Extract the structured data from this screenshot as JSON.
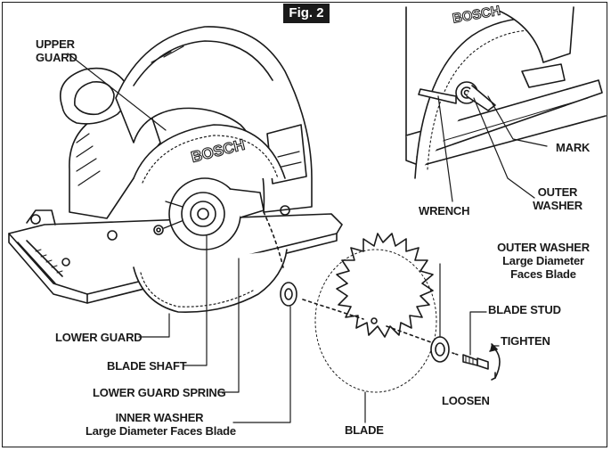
{
  "figure": {
    "label": "Fig. 2"
  },
  "brand_text": "BOSCH",
  "labels": {
    "upper_guard": [
      "UPPER",
      "GUARD"
    ],
    "lower_guard": "LOWER GUARD",
    "blade_shaft": "BLADE SHAFT",
    "lower_guard_spring": "LOWER GUARD SPRING",
    "inner_washer": [
      "INNER WASHER",
      "Large Diameter Faces Blade"
    ],
    "blade": "BLADE",
    "outer_washer": [
      "OUTER WASHER",
      "Large Diameter",
      "Faces Blade"
    ],
    "blade_stud": "BLADE STUD",
    "tighten": "TIGHTEN",
    "loosen": "LOOSEN",
    "wrench": "WRENCH",
    "mark": "MARK",
    "outer_washer_inset": [
      "OUTER",
      "WASHER"
    ]
  }
}
